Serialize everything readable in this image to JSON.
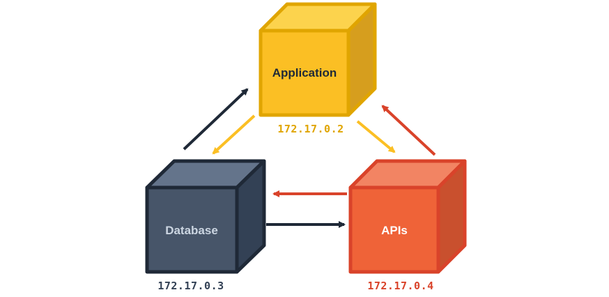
{
  "nodes": {
    "application": {
      "label": "Application",
      "ip": "172.17.0.2",
      "colors": {
        "front": "#fbbf24",
        "top": "#fcd34d",
        "side": "#d69e1e",
        "stroke": "#e0a500",
        "text": "#1f2937",
        "ip": "#e0a500"
      }
    },
    "database": {
      "label": "Database",
      "ip": "172.17.0.3",
      "colors": {
        "front": "#475569",
        "top": "#64748b",
        "side": "#334155",
        "stroke": "#1f2937",
        "text": "#cbd5e1",
        "ip": "#334155"
      }
    },
    "apis": {
      "label": "APIs",
      "ip": "172.17.0.4",
      "colors": {
        "front": "#ef6338",
        "top": "#f28463",
        "side": "#c9502e",
        "stroke": "#d9432a",
        "text": "#ffffff",
        "ip": "#d9432a"
      }
    }
  },
  "connections": [
    {
      "from": "database",
      "to": "application",
      "color": "#1f2937"
    },
    {
      "from": "application",
      "to": "database",
      "color": "#fbbf24"
    },
    {
      "from": "application",
      "to": "apis",
      "color": "#fbbf24"
    },
    {
      "from": "apis",
      "to": "application",
      "color": "#d9432a"
    },
    {
      "from": "apis",
      "to": "database",
      "color": "#d9432a"
    },
    {
      "from": "database",
      "to": "apis",
      "color": "#1f2937"
    }
  ]
}
